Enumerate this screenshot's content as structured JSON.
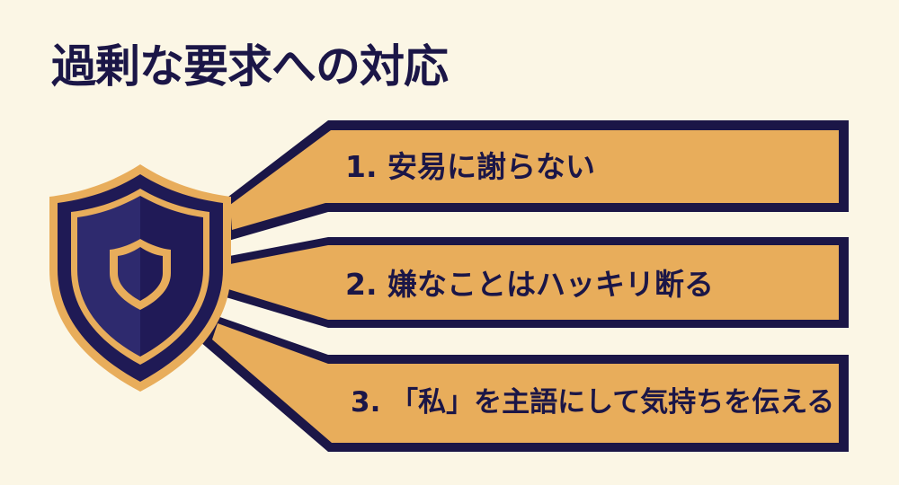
{
  "title": "過剰な要求への対応",
  "items": [
    {
      "number": "1.",
      "label": "1. 安易に謝らない"
    },
    {
      "number": "2.",
      "label": "2. 嫌なことはハッキリ断る"
    },
    {
      "number": "3.",
      "label": "3. 「私」を主語にして気持ちを伝える"
    }
  ],
  "icon": "shield-icon",
  "colors": {
    "background": "#fbf6e5",
    "navy": "#1b1647",
    "shield_left": "#2e2a6e",
    "shield_right": "#201a57",
    "gold": "#e8ad5b"
  }
}
